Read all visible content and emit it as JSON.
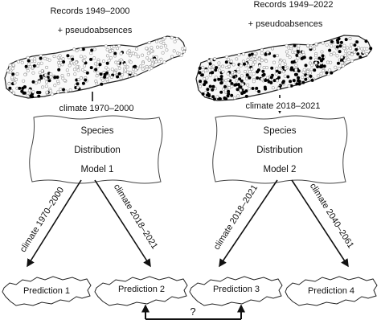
{
  "left": {
    "records_title": "Records 1949–2000",
    "pseudo_label": "+ pseudoabsences",
    "climate_to_model": "climate 1970–2000",
    "model_lines": [
      "Species",
      "Distribution",
      "Model 1"
    ],
    "branch_left": "climate 1970–2000",
    "branch_right": "climate 2018–2021"
  },
  "right": {
    "records_title": "Records 1949–2022",
    "pseudo_label": "+ pseudoabsences",
    "climate_to_model": "climate 2018–2021",
    "model_lines": [
      "Species",
      "Distribution",
      "Model 2"
    ],
    "branch_left": "climate 2018–2021",
    "branch_right": "climate 2040–2061"
  },
  "predictions": [
    "Prediction 1",
    "Prediction 2",
    "Prediction 3",
    "Prediction 4"
  ],
  "comparison_label": "?",
  "colors": {
    "presence_dot": "#000000",
    "pseudoabsence_dot": "#9a9a9a",
    "line": "#111111"
  }
}
